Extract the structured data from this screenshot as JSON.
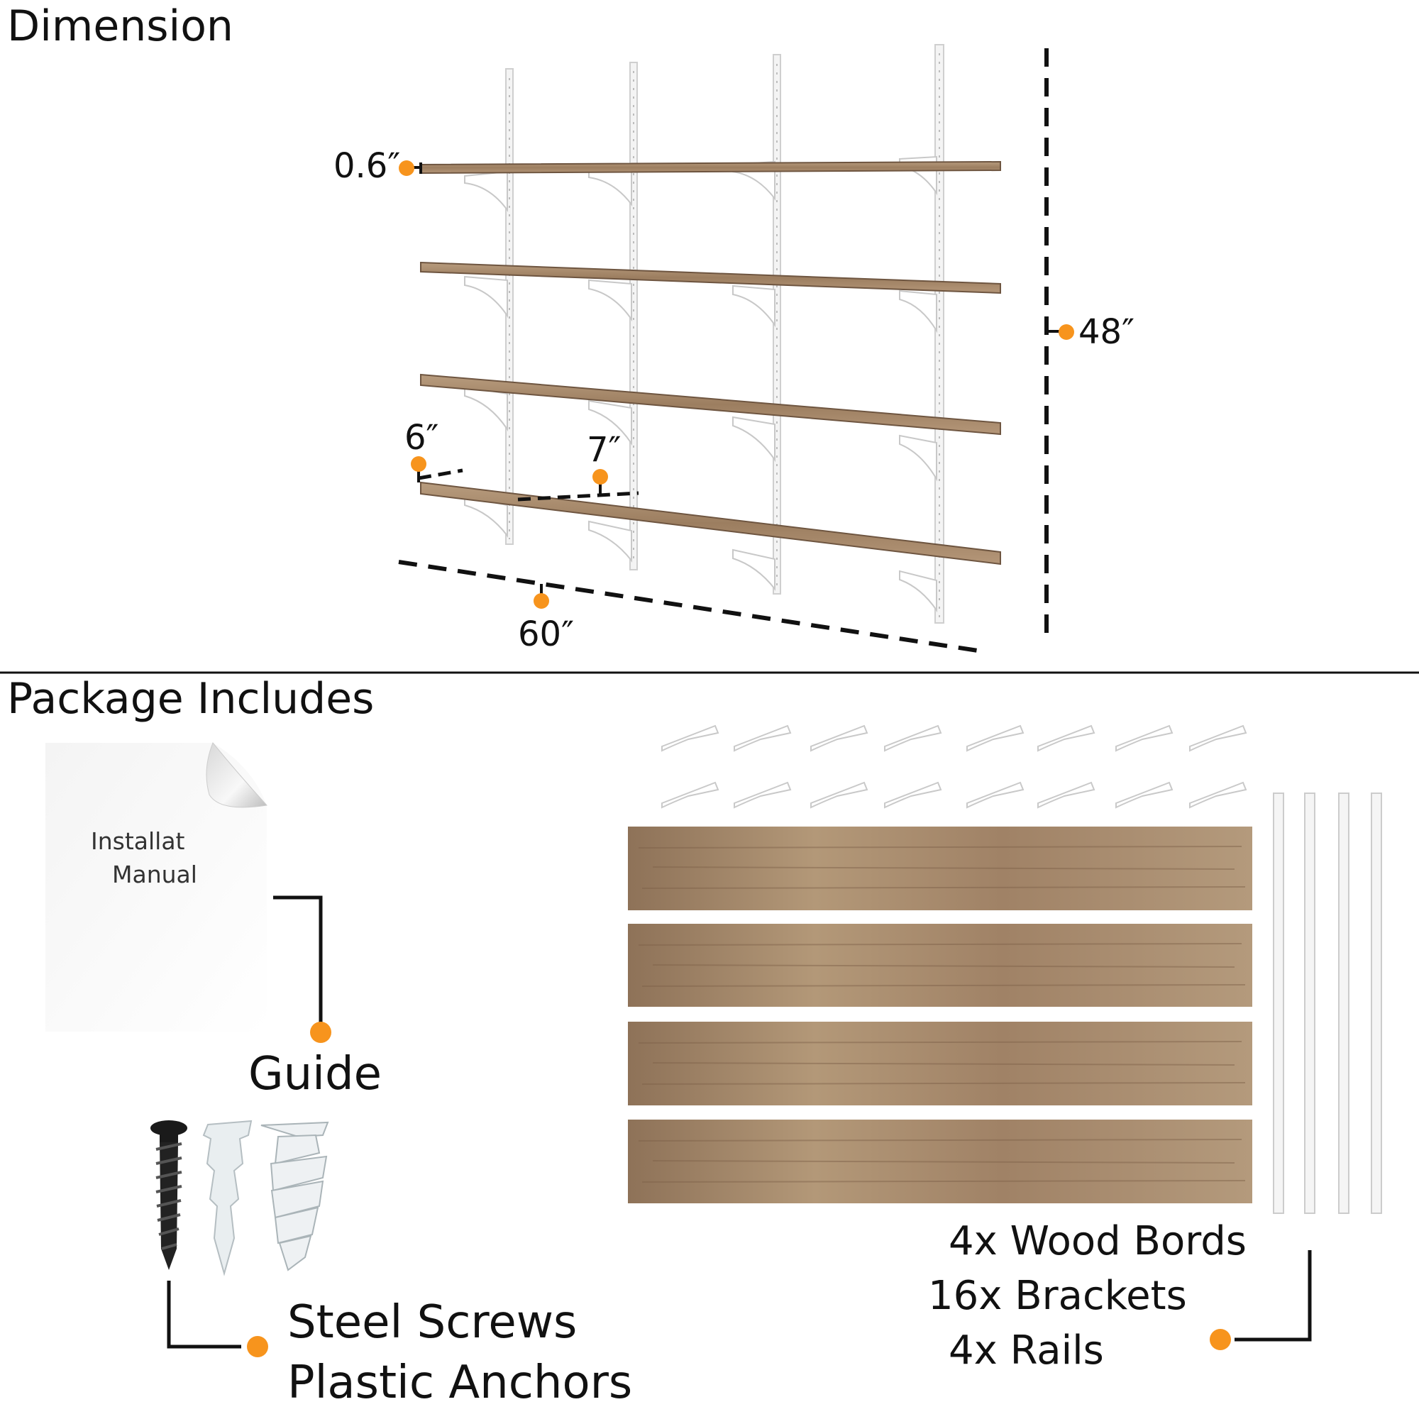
{
  "sections": {
    "dimension_title": "Dimension",
    "package_title": "Package Includes"
  },
  "dimensions": {
    "thickness": "0.6″",
    "height": "48″",
    "depth_left": "6″",
    "depth_mid": "7″",
    "width": "60″"
  },
  "package": {
    "manual_line1": "Installat",
    "manual_line2": "Manual",
    "guide_label": "Guide",
    "hardware_line1": "Steel Screws",
    "hardware_line2": "Plastic Anchors",
    "parts_line1": "4x Wood Bords",
    "parts_line2": "16x Brackets",
    "parts_line3": "4x Rails"
  },
  "colors": {
    "accent": "#f7941d",
    "wood": "#a88a6a",
    "wood_dark": "#7d6048",
    "rail": "#f2f2f2",
    "line": "#111111"
  }
}
